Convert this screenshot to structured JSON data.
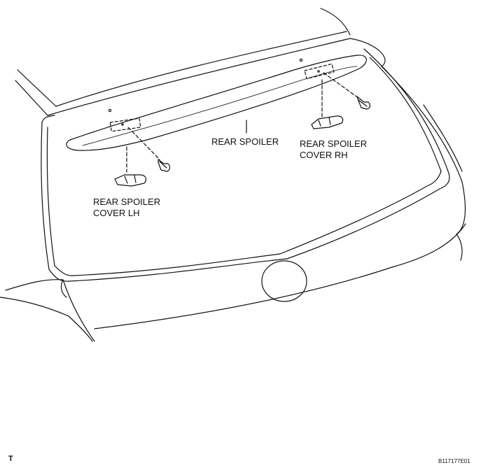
{
  "labels": {
    "rear_spoiler": "REAR SPOILER",
    "cover_rh_line1": "REAR SPOILER",
    "cover_rh_line2": "COVER RH",
    "cover_lh_line1": "REAR SPOILER",
    "cover_lh_line2": "COVER LH"
  },
  "corner_mark": "T",
  "figure_code": "B117177E01"
}
